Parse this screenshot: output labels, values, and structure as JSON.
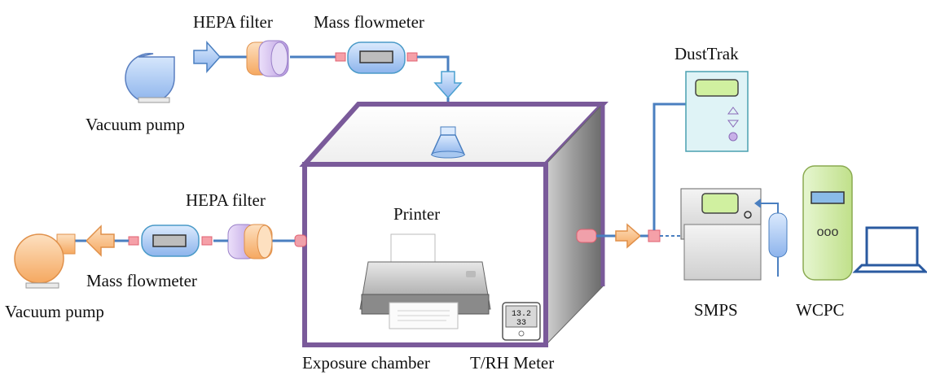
{
  "diagram": {
    "labels": {
      "hepa_top": "HEPA filter",
      "flow_top": "Mass flowmeter",
      "pump_top": "Vacuum pump",
      "dusttrak": "DustTrak",
      "hepa_left": "HEPA filter",
      "printer": "Printer",
      "flow_left": "Mass flowmeter",
      "pump_left": "Vacuum pump",
      "smps": "SMPS",
      "wcpc": "WCPC",
      "chamber": "Exposure chamber",
      "trh": "T/RH Meter"
    },
    "display": {
      "temperature": "13.2",
      "humidity": "33"
    },
    "wcpc_buttons": "ooo",
    "colors": {
      "chamber_border": "#7a5a9a",
      "chamber_side": "#8a8a8a",
      "tube": "#4a7fc0",
      "connector": "#e06070",
      "blue_device": "#a8c8f0",
      "orange_device": "#f5b070",
      "lavender": "#c8b0e8",
      "panel_green": "#d0f0a0"
    },
    "icons": [
      "vacuum-pump-icon",
      "hepa-filter-icon",
      "mass-flowmeter-icon",
      "printer-icon",
      "dusttrak-icon",
      "smps-icon",
      "wcpc-icon",
      "laptop-icon",
      "thermo-hygrometer-icon"
    ]
  }
}
